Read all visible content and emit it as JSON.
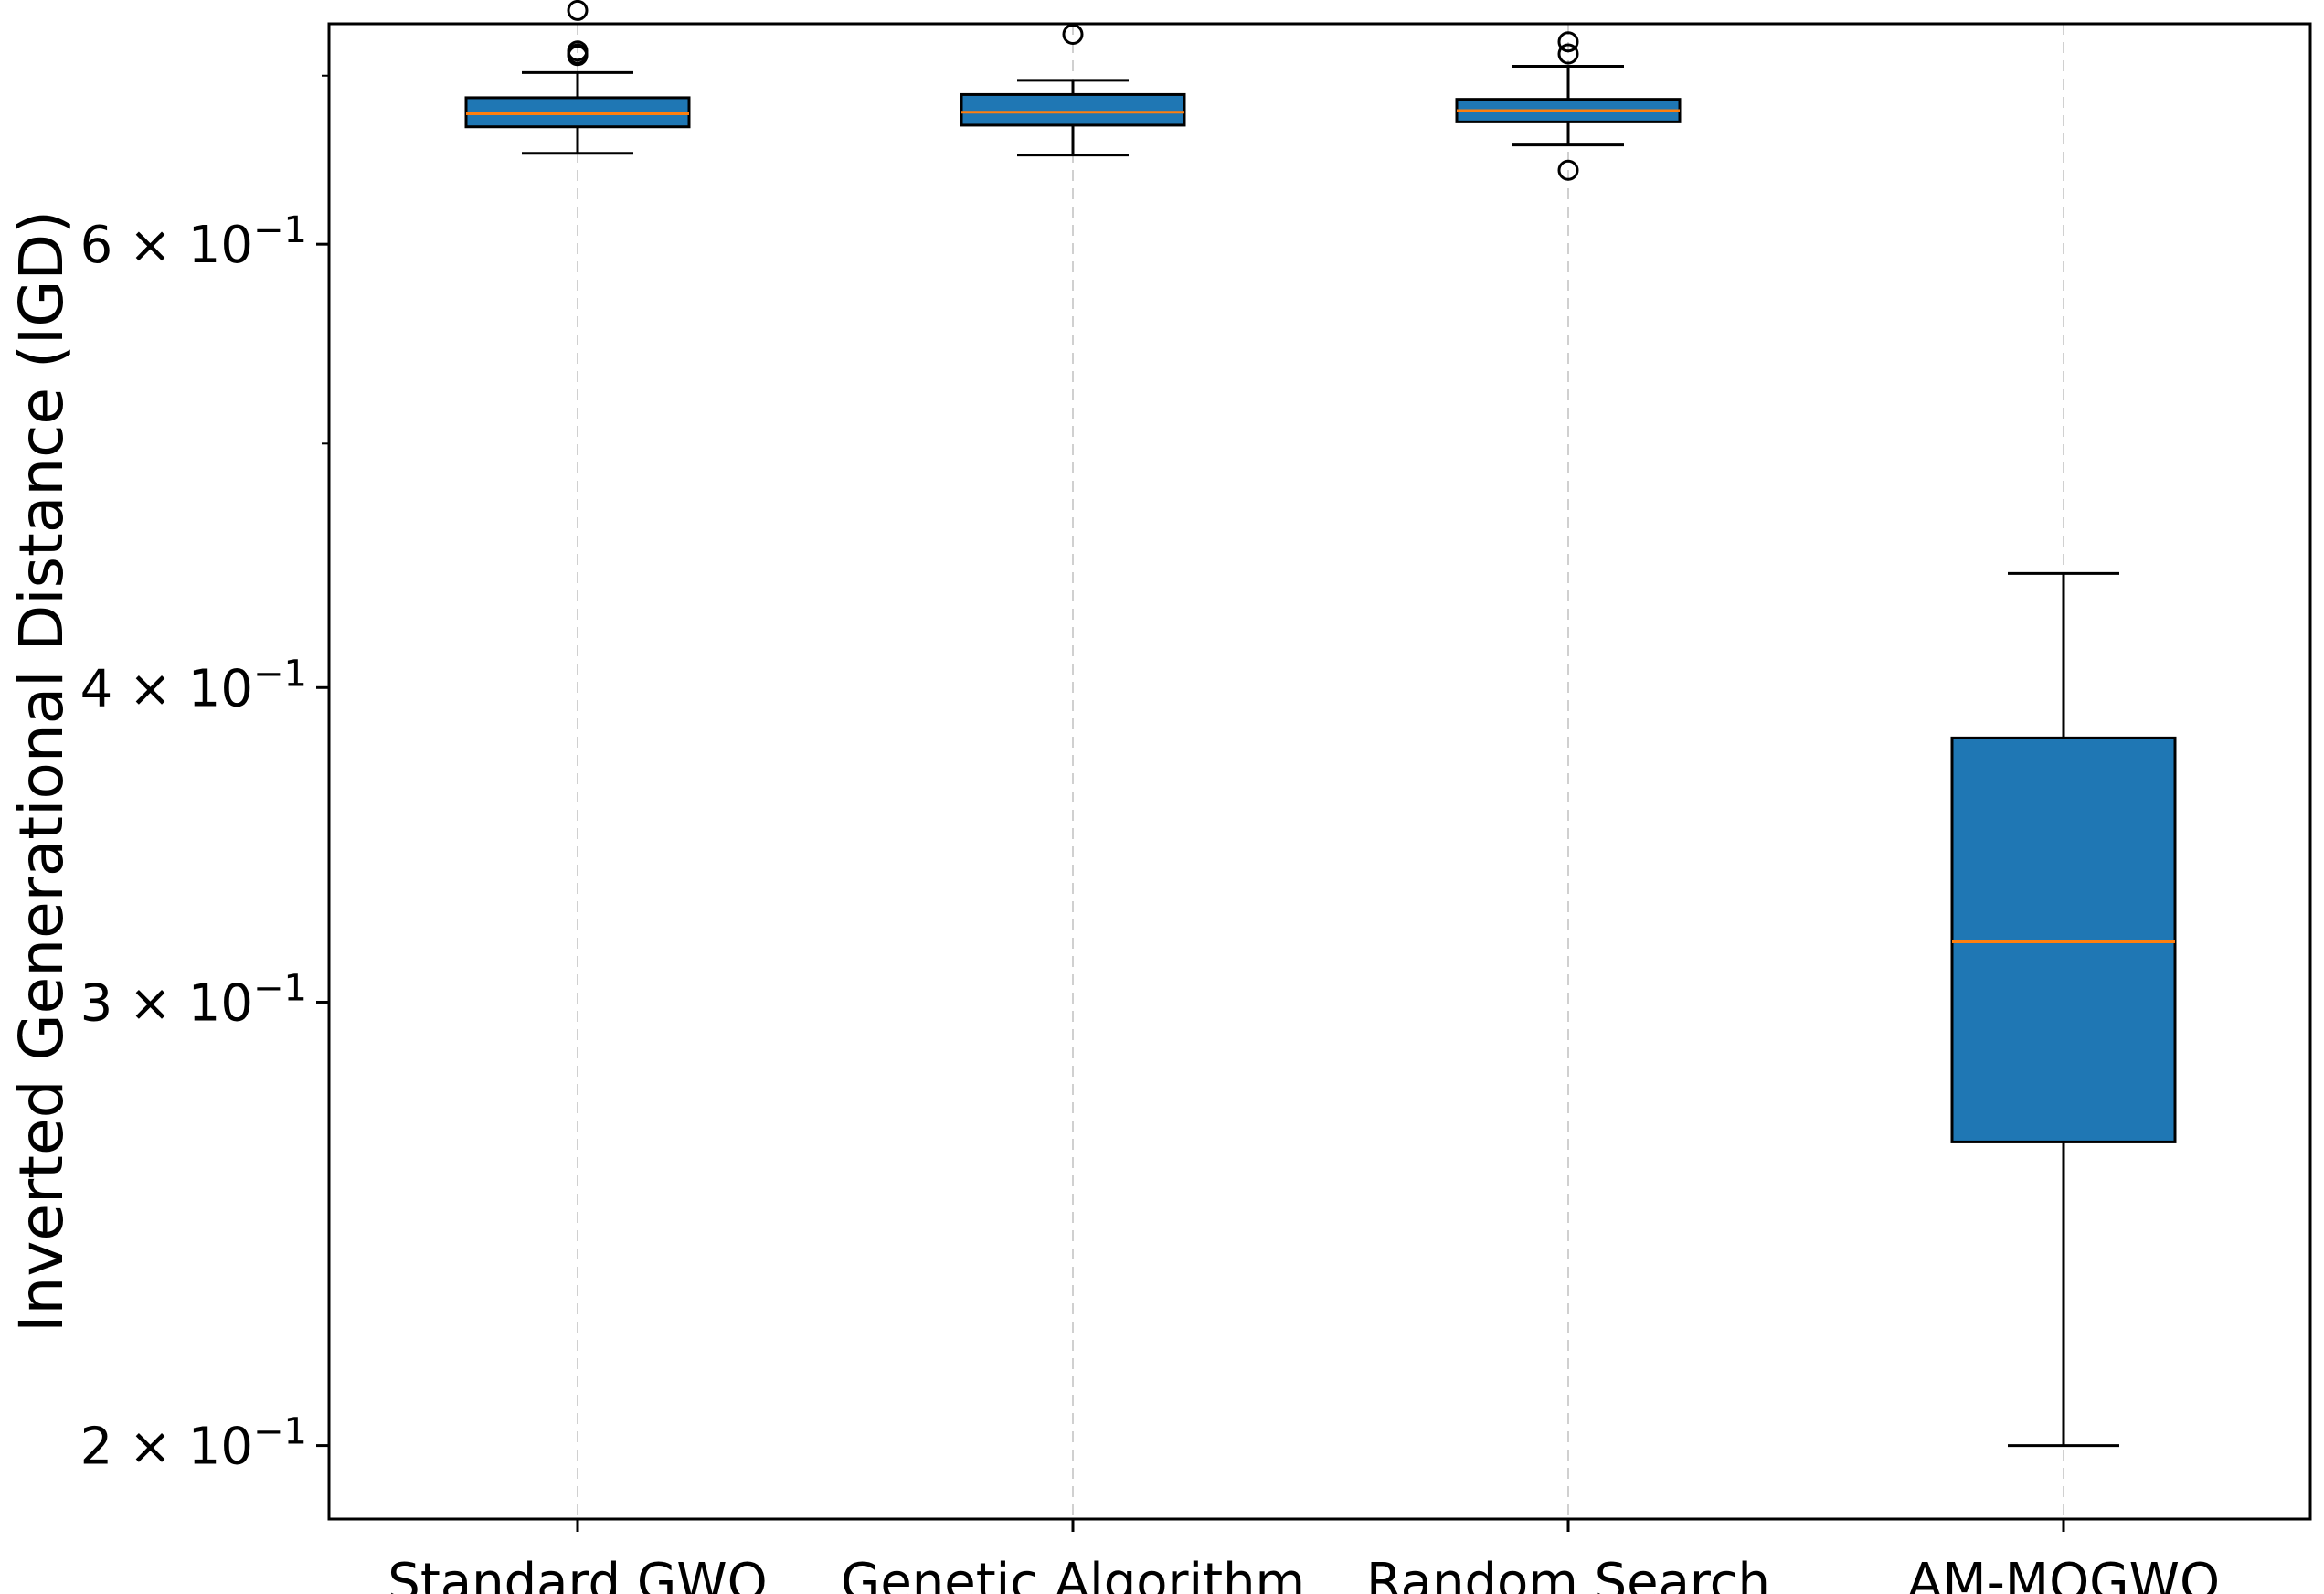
{
  "chart_data": {
    "type": "box",
    "ylabel": "Inverted Generational Distance (IGD)",
    "xlabel": "",
    "title": "",
    "yscale": "log",
    "ylim": [
      0.187,
      0.734
    ],
    "grid": "vertical dashed",
    "yticks": [
      {
        "value": 0.2,
        "mantissa": "2",
        "label": "2 × 10⁻¹"
      },
      {
        "value": 0.3,
        "mantissa": "3",
        "label": "3 × 10⁻¹"
      },
      {
        "value": 0.4,
        "mantissa": "4",
        "label": "4 × 10⁻¹"
      },
      {
        "value": 0.6,
        "mantissa": "6",
        "label": "6 × 10⁻¹"
      }
    ],
    "yminor_ticks": [
      0.5,
      0.7
    ],
    "categories": [
      "Standard GWO",
      "Genetic Algorithm",
      "Random Search",
      "AM-MOGWO"
    ],
    "boxes": [
      {
        "name": "Standard GWO",
        "whislo": 0.652,
        "q1": 0.668,
        "med": 0.676,
        "q3": 0.686,
        "whishi": 0.702,
        "fliers": [
          0.713,
          0.714,
          0.716,
          0.743
        ]
      },
      {
        "name": "Genetic Algorithm",
        "whislo": 0.651,
        "q1": 0.669,
        "med": 0.677,
        "q3": 0.688,
        "whishi": 0.697,
        "fliers": [
          0.727
        ]
      },
      {
        "name": "Random Search",
        "whislo": 0.657,
        "q1": 0.671,
        "med": 0.678,
        "q3": 0.685,
        "whishi": 0.706,
        "fliers": [
          0.642,
          0.714,
          0.722
        ]
      },
      {
        "name": "AM-MOGWO",
        "whislo": 0.2,
        "q1": 0.264,
        "med": 0.317,
        "q3": 0.382,
        "whishi": 0.444,
        "fliers": []
      }
    ],
    "colors": {
      "box_fill": "#1f77b4",
      "median": "#ff7f0e",
      "edge": "#000000",
      "grid": "#d0d0d0"
    }
  }
}
